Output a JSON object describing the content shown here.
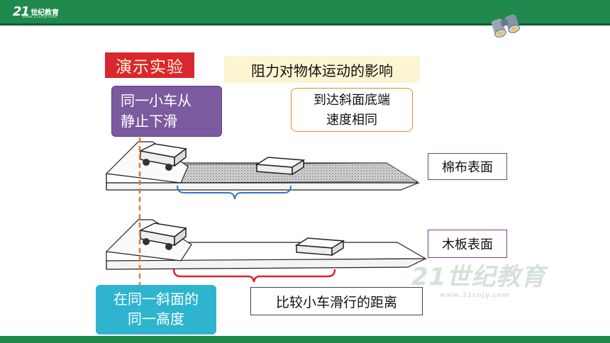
{
  "header": {
    "logo_mark": "21",
    "logo_name": "世纪教育",
    "logo_url": "www.21cnjy.com"
  },
  "watermark": {
    "text": "21世纪教育",
    "url": "www.21cnjy.com"
  },
  "slide": {
    "demo_label": "演示实验",
    "title": "阻力对物体运动的影响",
    "note_top_line1": "同一小车从",
    "note_top_line2": "静止下滑",
    "note_speed_line1": "到达斜面底端",
    "note_speed_line2": "速度相同",
    "surface_cotton": "棉布表面",
    "surface_wood": "木板表面",
    "note_height_line1": "在同一斜面的",
    "note_height_line2": "同一高度",
    "compare_label": "比较小车滑行的距离"
  },
  "colors": {
    "brand_green": "#1f8a4c",
    "demo_red": "#d9262f",
    "note_purple": "#7c5aa0",
    "note_teal": "#2fb4cf",
    "bracket_blue": "#3a72c4",
    "bracket_red": "#e0242c",
    "dash_orange": "#e07a2a"
  },
  "icons": {
    "binoculars": "binoculars-icon"
  }
}
